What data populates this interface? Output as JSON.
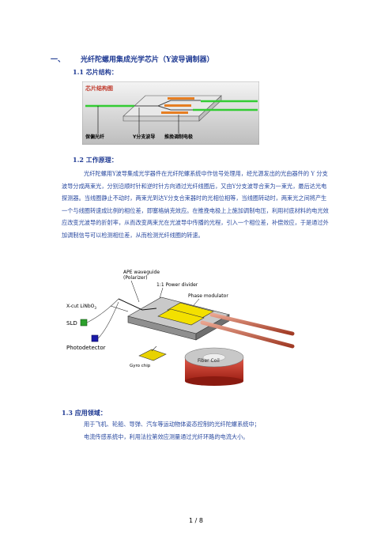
{
  "section": {
    "number": "一、",
    "title": "光纤陀螺用集成光学芯片（Y波导调制器）"
  },
  "sub1": {
    "label": "1.1 芯片结构："
  },
  "fig1": {
    "title": "芯片结构图",
    "label_left": "保偏光纤",
    "label_mid": "Y分支波导",
    "label_right": "推挽调制电极"
  },
  "sub2": {
    "label": "1.2 工作原理："
  },
  "principle": "光纤陀螺用Y波导集成光学器件在光纤陀螺系统中作信号处理用，经光源发出的光由器件的 Y 分支波导分成两束光，分别沿顺时针和逆时针方向通过光纤线圈后，又由Y分支波导合束为一束光，最后达光电探测器。当线圈静止不动时，两束光到达Y分支合束器时的光相位相等，当线圈转动时，两束光之间将产生一个与线圈转速成比例的相位差，即塞格纳克效应。在推挽电极上上施加调制电压，利用衬底材料的电光效应改变光波导的折射率，从而改变两束光在光波导中传播的光程，引入一个相位差，补偿效应，于是通过外加调制信号可以检测相位差，从而检测光纤线圈的转速。",
  "fig2": {
    "ape": "APE waveguide",
    "polarizer": "(Polarizer)",
    "divider": "1:1 Power divider",
    "modulator": "Phase modulator",
    "crystal": "X-cut LiNbO",
    "crystal_sub": "3",
    "sld": "SLD",
    "detector": "Photodetector",
    "chip": "Gyro chip",
    "coil": "Fiber Coil"
  },
  "sub3": {
    "label": "1.3 应用领域："
  },
  "applications": [
    "用于飞机、轮船、导弹、汽车等运动物体姿态控制的光纤陀螺系统中；",
    "电流传感系统中，利用法拉第效应测量通过光纤环路的电流大小。"
  ],
  "footer": "1 / 8"
}
